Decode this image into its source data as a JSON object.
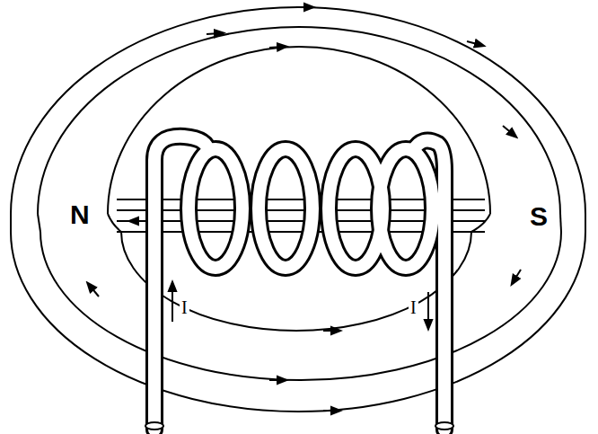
{
  "diagram": {
    "labels": [
      "N",
      "S",
      "I",
      "I"
    ]
  }
}
